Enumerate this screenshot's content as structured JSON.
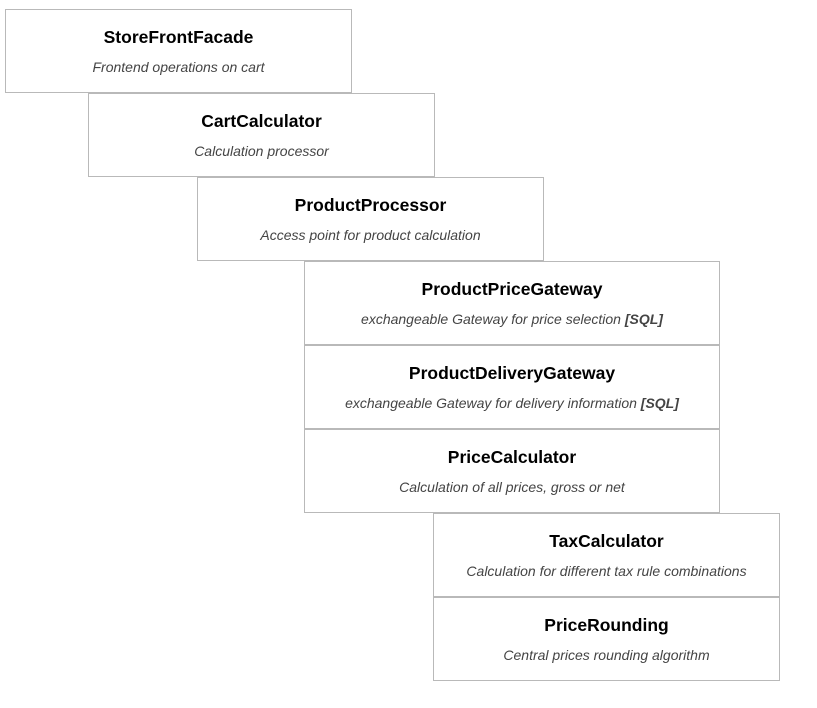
{
  "components": [
    {
      "title": "StoreFrontFacade",
      "description": "Frontend operations on cart",
      "tag": ""
    },
    {
      "title": "CartCalculator",
      "description": "Calculation processor",
      "tag": ""
    },
    {
      "title": "ProductProcessor",
      "description": "Access point for product calculation",
      "tag": ""
    },
    {
      "title": "ProductPriceGateway",
      "description": "exchangeable Gateway for price selection",
      "tag": "[SQL]"
    },
    {
      "title": "ProductDeliveryGateway",
      "description": "exchangeable Gateway for delivery information",
      "tag": "[SQL]"
    },
    {
      "title": "PriceCalculator",
      "description": "Calculation of all prices, gross or net",
      "tag": ""
    },
    {
      "title": "TaxCalculator",
      "description": "Calculation for different tax rule combinations",
      "tag": ""
    },
    {
      "title": "PriceRounding",
      "description": "Central prices rounding algorithm",
      "tag": ""
    }
  ]
}
